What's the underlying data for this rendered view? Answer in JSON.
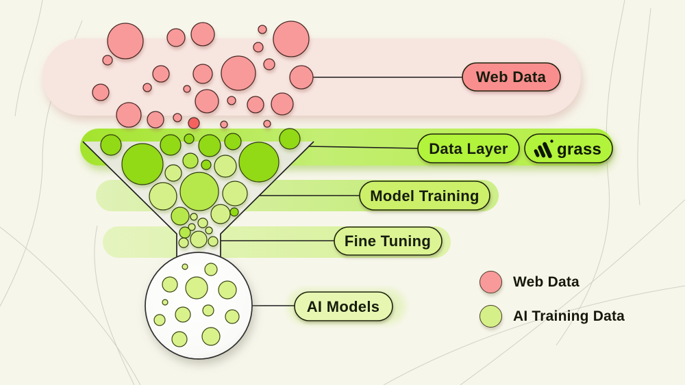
{
  "pills": {
    "web_data": {
      "label": "Web Data",
      "fill": "#f98e8e"
    },
    "data_layer": {
      "label": "Data Layer",
      "fill": "#b2f33a"
    },
    "grass": {
      "label": "grass",
      "fill": "#b2f33a"
    },
    "model_training": {
      "label": "Model Training",
      "fill": "#ccf06a"
    },
    "fine_tuning": {
      "label": "Fine Tuning",
      "fill": "#dcf494"
    },
    "ai_models": {
      "label": "AI Models",
      "fill": "#e7f7b2"
    }
  },
  "legend": {
    "items": [
      {
        "label": "Web Data",
        "swatch": "#f89a9a"
      },
      {
        "label": "AI Training Data",
        "swatch": "#d5f089"
      }
    ]
  },
  "colors": {
    "background": "#f7f6eb",
    "pink_band": "#f7e5e0",
    "green_band": "#aee83f",
    "web_bubble": "#f89a9a",
    "web_bubble_dark": "#f4625f",
    "funnel_bright": "#92d915",
    "funnel_medium": "#b7e84c",
    "funnel_light": "#d5f089",
    "model_dot": "#d9f28c"
  },
  "bubbles": {
    "web": [
      [
        183,
        60,
        26,
        "p"
      ],
      [
        257,
        55,
        13,
        "p"
      ],
      [
        296,
        50,
        17,
        "p"
      ],
      [
        383,
        43,
        6,
        "p"
      ],
      [
        425,
        57,
        26,
        "p"
      ],
      [
        157,
        88,
        7,
        "p"
      ],
      [
        377,
        69,
        7,
        "p"
      ],
      [
        393,
        94,
        8,
        "p"
      ],
      [
        235,
        108,
        12,
        "p"
      ],
      [
        296,
        108,
        14,
        "p"
      ],
      [
        348,
        107,
        25,
        "p"
      ],
      [
        440,
        113,
        17,
        "p"
      ],
      [
        147,
        135,
        12,
        "p"
      ],
      [
        215,
        128,
        6,
        "p"
      ],
      [
        273,
        130,
        5,
        "p"
      ],
      [
        302,
        148,
        17,
        "p"
      ],
      [
        338,
        147,
        6,
        "p"
      ],
      [
        373,
        153,
        12,
        "p"
      ],
      [
        412,
        152,
        16,
        "p"
      ],
      [
        188,
        168,
        18,
        "p"
      ],
      [
        227,
        175,
        12,
        "p"
      ],
      [
        259,
        172,
        6,
        "p"
      ],
      [
        283,
        180,
        8,
        "d"
      ],
      [
        327,
        182,
        5,
        "p"
      ],
      [
        390,
        181,
        5,
        "p"
      ]
    ],
    "funnel": [
      [
        162,
        212,
        15,
        "b"
      ],
      [
        208,
        240,
        30,
        "b"
      ],
      [
        249,
        212,
        15,
        "b"
      ],
      [
        276,
        203,
        7,
        "b"
      ],
      [
        306,
        213,
        16,
        "b"
      ],
      [
        340,
        207,
        12,
        "b"
      ],
      [
        378,
        237,
        29,
        "b"
      ],
      [
        423,
        203,
        15,
        "b"
      ],
      [
        278,
        235,
        11,
        "m"
      ],
      [
        301,
        241,
        7,
        "b"
      ],
      [
        329,
        243,
        16,
        "l"
      ],
      [
        253,
        253,
        12,
        "l"
      ],
      [
        238,
        287,
        20,
        "l"
      ],
      [
        291,
        280,
        28,
        "m"
      ],
      [
        343,
        283,
        18,
        "l"
      ],
      [
        263,
        316,
        13,
        "m"
      ],
      [
        322,
        313,
        14,
        "l"
      ],
      [
        342,
        310,
        6,
        "b"
      ],
      [
        283,
        317,
        5,
        "l"
      ],
      [
        296,
        326,
        7,
        "l"
      ],
      [
        280,
        332,
        5,
        "l"
      ],
      [
        270,
        340,
        8,
        "m"
      ],
      [
        305,
        337,
        5,
        "l"
      ],
      [
        290,
        350,
        12,
        "l"
      ],
      [
        268,
        355,
        7,
        "l"
      ],
      [
        311,
        353,
        7,
        "l"
      ]
    ],
    "model_dots": [
      [
        270,
        390,
        4
      ],
      [
        308,
        394,
        9
      ],
      [
        248,
        416,
        11
      ],
      [
        287,
        421,
        16
      ],
      [
        332,
        424,
        13
      ],
      [
        241,
        442,
        4
      ],
      [
        267,
        460,
        11
      ],
      [
        304,
        454,
        8
      ],
      [
        233,
        468,
        8
      ],
      [
        339,
        463,
        10
      ],
      [
        262,
        496,
        11
      ],
      [
        308,
        492,
        13
      ]
    ]
  }
}
